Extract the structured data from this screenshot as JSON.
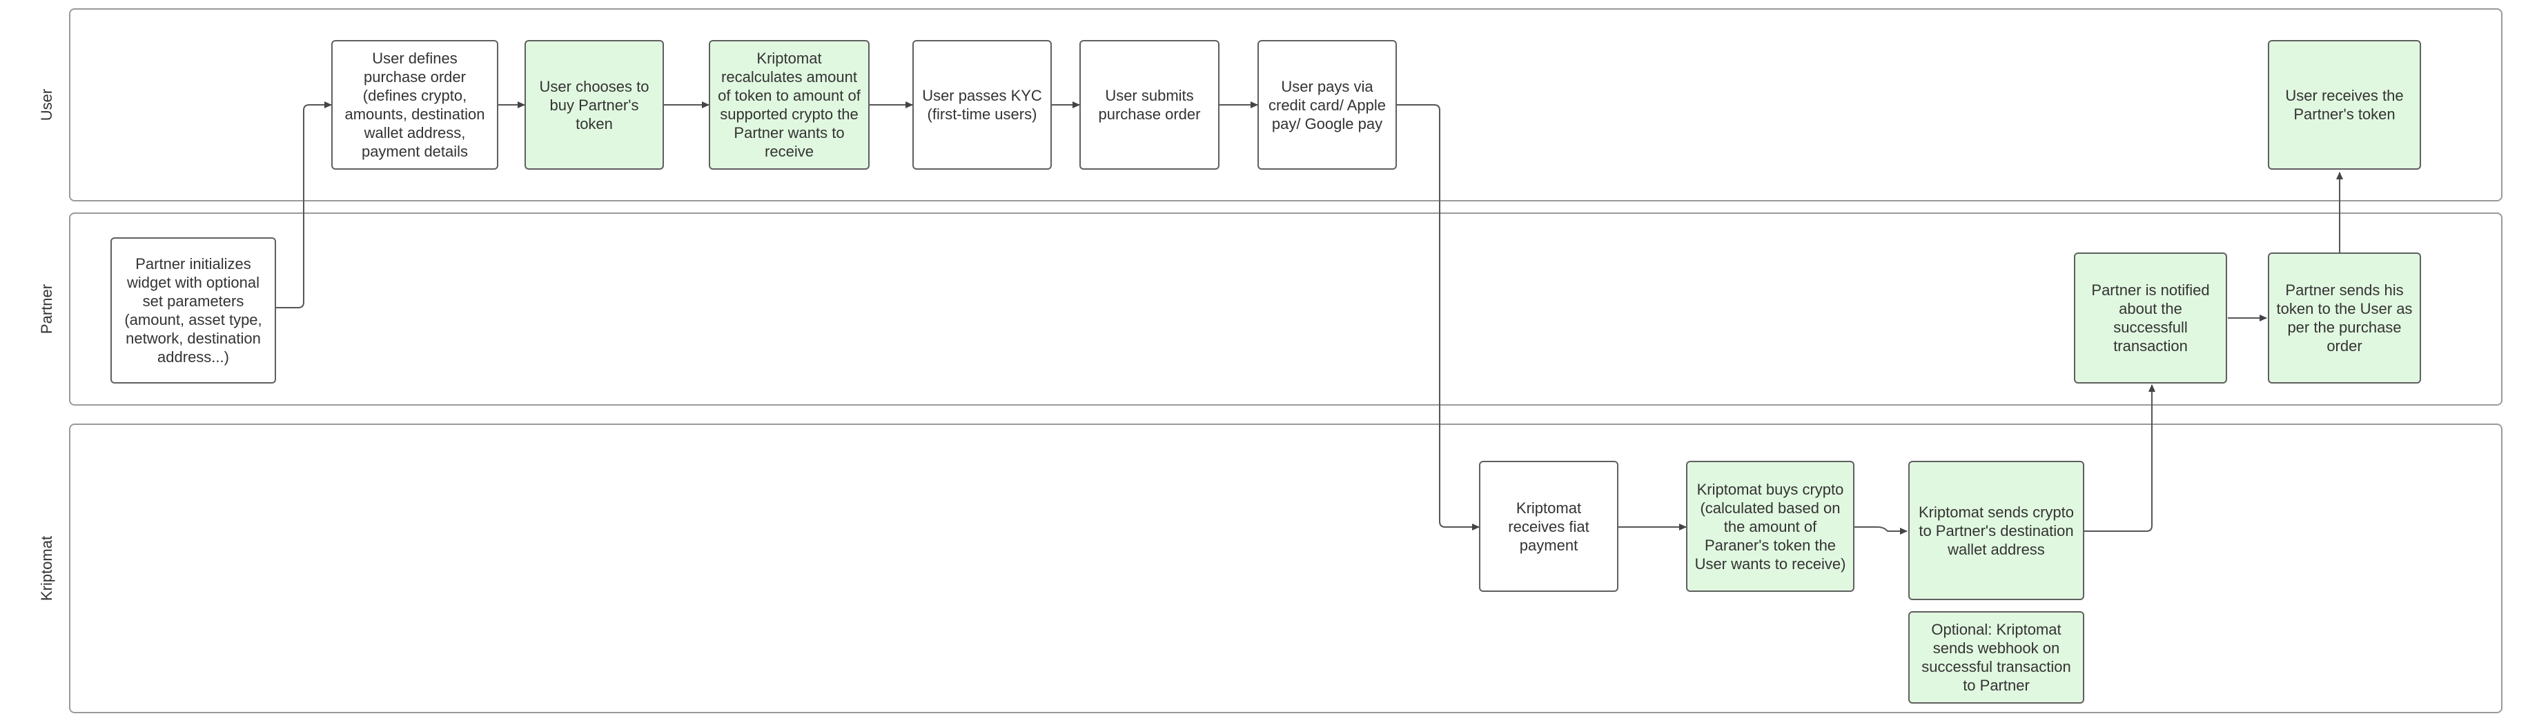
{
  "lanes": {
    "user": "User",
    "partner": "Partner",
    "kriptomat": "Kriptomat"
  },
  "nodes": {
    "partner_init": "Partner initializes widget with optional set parameters (amount, asset type, network, destination address...)",
    "user_defines": "User defines purchase order (defines crypto, amounts, destination wallet address, payment details",
    "user_chooses": "User chooses to buy Partner's token",
    "recalculates": "Kriptomat recalculates amount of token to amount of supported crypto the Partner wants to receive",
    "kyc": "User passes KYC (first-time users)",
    "submits": "User submits purchase order",
    "pays": "User pays via credit card/ Apple pay/ Google pay",
    "receives_fiat": "Kriptomat receives fiat payment",
    "buys_crypto": "Kriptomat buys crypto (calculated based on the amount of Paraner's token the User wants to receive)",
    "sends_crypto": "Kriptomat sends crypto to Partner's destination wallet address",
    "webhook": "Optional: Kriptomat sends webhook on successful transaction to Partner",
    "partner_notified": "Partner is notified about the successfull transaction",
    "partner_sends": "Partner sends his token to the User as per the purchase order",
    "user_receives": "User receives the Partner's token"
  },
  "colors": {
    "highlight_fill": "#e1f8e0",
    "border": "#5f5f5f",
    "lane_border": "#9a9a9a",
    "connector": "#555555"
  }
}
